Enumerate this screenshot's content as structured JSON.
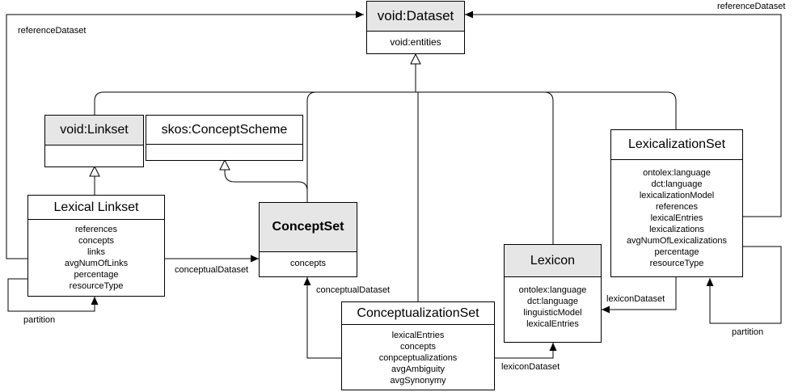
{
  "classes": {
    "void_dataset": {
      "name": "void:Dataset",
      "attributes": [
        "void:entities"
      ]
    },
    "void_linkset": {
      "name": "void:Linkset",
      "attributes": []
    },
    "skos_concept_scheme": {
      "name": "skos:ConceptScheme",
      "attributes": []
    },
    "lexical_linkset": {
      "name": "Lexical Linkset",
      "attributes": [
        "references",
        "concepts",
        "links",
        "avgNumOfLinks",
        "percentage",
        "resourceType"
      ]
    },
    "concept_set": {
      "name": "ConceptSet",
      "attributes": [
        "concepts"
      ]
    },
    "lexicon": {
      "name": "Lexicon",
      "attributes": [
        "ontolex:language",
        "dct:language",
        "linguisticModel",
        "lexicalEntries"
      ]
    },
    "lexicalization_set": {
      "name": "LexicalizationSet",
      "attributes": [
        "ontolex:language",
        "dct:language",
        "lexicalizationModel",
        "references",
        "lexicalEntries",
        "lexicalizations",
        "avgNumOfLexicalizations",
        "percentage",
        "resourceType"
      ]
    },
    "conceptualization_set": {
      "name": "ConceptualizationSet",
      "attributes": [
        "lexicalEntries",
        "concepts",
        "conpceptualizations",
        "avgAmbiguity",
        "avgSynonymy"
      ]
    }
  },
  "edge_labels": {
    "reference_dataset_left": "referenceDataset",
    "reference_dataset_right": "referenceDataset",
    "conceptual_dataset_1": "conceptualDataset",
    "conceptual_dataset_2": "conceptualDataset",
    "lexicon_dataset_1": "lexiconDataset",
    "lexicon_dataset_2": "lexiconDataset",
    "partition_left": "partition",
    "partition_right": "partition"
  }
}
